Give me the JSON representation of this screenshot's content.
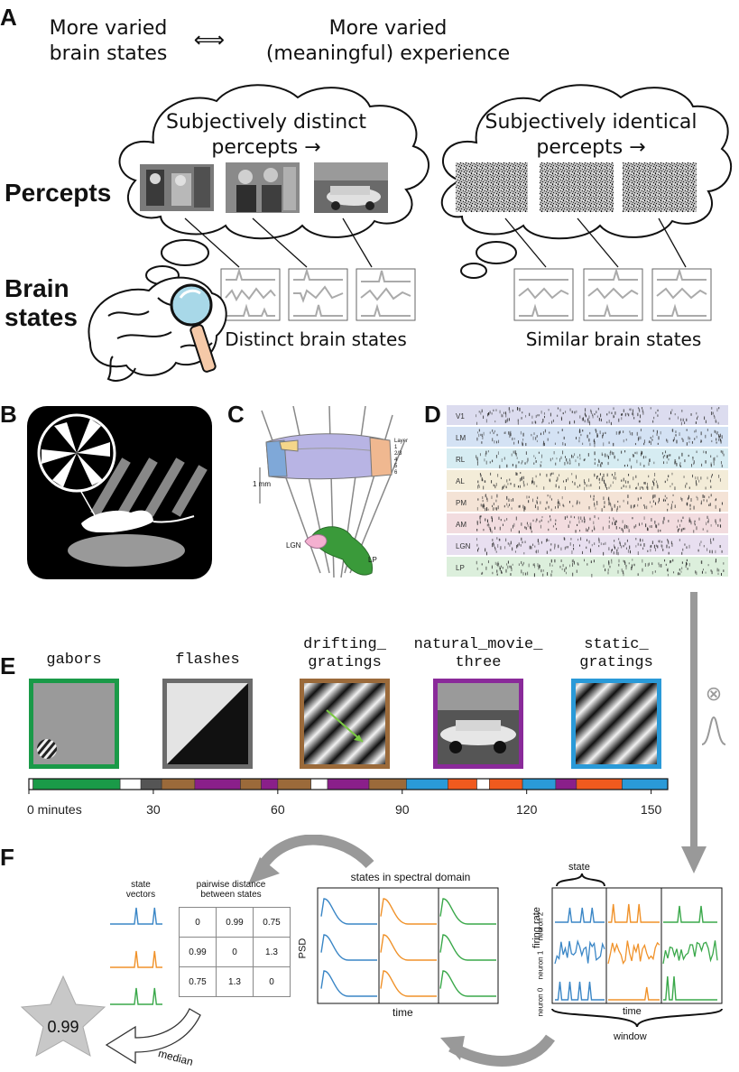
{
  "panels": {
    "a": "A",
    "b": "B",
    "c": "C",
    "d": "D",
    "e": "E",
    "f": "F"
  },
  "panel_a": {
    "header_left": [
      "More varied",
      "brain states"
    ],
    "header_arrow": "⟺",
    "header_right": [
      "More varied",
      "(meaningful) experience"
    ],
    "cloud_left": [
      "Subjectively distinct",
      "percepts →"
    ],
    "cloud_right": [
      "Subjectively identical",
      "percepts →"
    ],
    "label_percepts": "Percepts",
    "label_brain": [
      "Brain",
      "states"
    ],
    "caption_left": "Distinct brain states",
    "caption_right": "Similar brain states"
  },
  "panel_c": {
    "scale": "1 mm",
    "layers": [
      "Layer",
      "1",
      "2/3",
      "4",
      "5",
      "6"
    ],
    "lgn": "LGN",
    "lp": "LP"
  },
  "panel_d": {
    "areas": [
      {
        "name": "V1",
        "color": "#dcdcef"
      },
      {
        "name": "LM",
        "color": "#d4e2f4"
      },
      {
        "name": "RL",
        "color": "#d6ecf2"
      },
      {
        "name": "AL",
        "color": "#f3ecd8"
      },
      {
        "name": "PM",
        "color": "#f4e3d6"
      },
      {
        "name": "AM",
        "color": "#f2dcdf"
      },
      {
        "name": "LGN",
        "color": "#e8dff0"
      },
      {
        "name": "LP",
        "color": "#dcefdc"
      }
    ]
  },
  "panel_e": {
    "stimuli": [
      {
        "name": [
          "gabors"
        ],
        "border": "#1a9a48"
      },
      {
        "name": [
          "flashes"
        ],
        "border": "#6b6b6b"
      },
      {
        "name": [
          "drifting_",
          "gratings"
        ],
        "border": "#9b6a3a"
      },
      {
        "name": [
          "natural_movie_",
          "three"
        ],
        "border": "#8a2a9a"
      },
      {
        "name": [
          "static_",
          "gratings"
        ],
        "border": "#2a9ad8"
      }
    ],
    "ticks": [
      "0 minutes",
      "30",
      "60",
      "90",
      "120",
      "150"
    ],
    "timeline_minutes": [
      {
        "start": 0,
        "end": 1,
        "color": "#ffffff"
      },
      {
        "start": 1,
        "end": 22,
        "color": "#1a9a48"
      },
      {
        "start": 22,
        "end": 27,
        "color": "#ffffff"
      },
      {
        "start": 27,
        "end": 32,
        "color": "#555555"
      },
      {
        "start": 32,
        "end": 40,
        "color": "#9b6a3a"
      },
      {
        "start": 40,
        "end": 51,
        "color": "#8a1f8a"
      },
      {
        "start": 51,
        "end": 56,
        "color": "#9b6a3a"
      },
      {
        "start": 56,
        "end": 60,
        "color": "#8a1f8a"
      },
      {
        "start": 60,
        "end": 68,
        "color": "#9b6a3a"
      },
      {
        "start": 68,
        "end": 72,
        "color": "#ffffff"
      },
      {
        "start": 72,
        "end": 82,
        "color": "#8a1f8a"
      },
      {
        "start": 82,
        "end": 91,
        "color": "#9b6a3a"
      },
      {
        "start": 91,
        "end": 101,
        "color": "#2a9ad8"
      },
      {
        "start": 101,
        "end": 108,
        "color": "#f05a1e"
      },
      {
        "start": 108,
        "end": 111,
        "color": "#ffffff"
      },
      {
        "start": 111,
        "end": 119,
        "color": "#f05a1e"
      },
      {
        "start": 119,
        "end": 127,
        "color": "#2a9ad8"
      },
      {
        "start": 127,
        "end": 132,
        "color": "#8a1f8a"
      },
      {
        "start": 132,
        "end": 143,
        "color": "#f05a1e"
      },
      {
        "start": 143,
        "end": 154,
        "color": "#2a9ad8"
      }
    ],
    "axis_max": 154,
    "operator": "⊗"
  },
  "panel_f": {
    "state_vectors_title": [
      "state",
      "vectors"
    ],
    "pairwise_title": [
      "pairwise distance",
      "between states"
    ],
    "matrix": [
      [
        "0",
        "0.99",
        "0.75"
      ],
      [
        "0.99",
        "0",
        "1.3"
      ],
      [
        "0.75",
        "1.3",
        "0"
      ]
    ],
    "spectral_title": "states in spectral domain",
    "psd": "PSD",
    "time": "time",
    "state": "state",
    "firing_rate": "firing rate",
    "neurons": [
      "neuron 2",
      "neuron 1",
      "neuron 0"
    ],
    "window": "window",
    "median": "median",
    "star_value": "0.99",
    "colors": [
      "#3a86c6",
      "#f0922a",
      "#3aa84a"
    ]
  }
}
